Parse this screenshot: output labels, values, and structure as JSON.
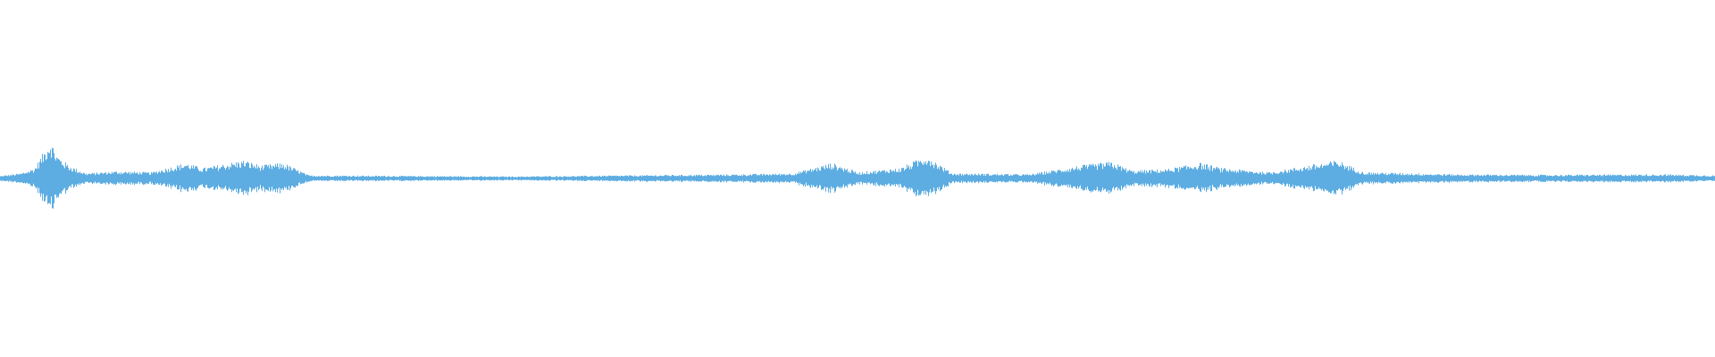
{
  "waveform": {
    "color": "#5dade2",
    "background": "#ffffff",
    "duration_fraction_peaks": [
      {
        "at": 0.0,
        "level": 0.05
      },
      {
        "at": 0.012,
        "level": 0.1
      },
      {
        "at": 0.02,
        "level": 0.2
      },
      {
        "at": 0.026,
        "level": 0.55
      },
      {
        "at": 0.029,
        "level": 0.75
      },
      {
        "at": 0.033,
        "level": 0.45
      },
      {
        "at": 0.04,
        "level": 0.25
      },
      {
        "at": 0.05,
        "level": 0.1
      },
      {
        "at": 0.068,
        "level": 0.14
      },
      {
        "at": 0.088,
        "level": 0.12
      },
      {
        "at": 0.108,
        "level": 0.3
      },
      {
        "at": 0.118,
        "level": 0.2
      },
      {
        "at": 0.142,
        "level": 0.35
      },
      {
        "at": 0.152,
        "level": 0.25
      },
      {
        "at": 0.165,
        "level": 0.3
      },
      {
        "at": 0.18,
        "level": 0.06
      },
      {
        "at": 0.3,
        "level": 0.04
      },
      {
        "at": 0.43,
        "level": 0.08
      },
      {
        "at": 0.462,
        "level": 0.1
      },
      {
        "at": 0.485,
        "level": 0.3
      },
      {
        "at": 0.5,
        "level": 0.12
      },
      {
        "at": 0.525,
        "level": 0.2
      },
      {
        "at": 0.54,
        "level": 0.45
      },
      {
        "at": 0.555,
        "level": 0.1
      },
      {
        "at": 0.6,
        "level": 0.08
      },
      {
        "at": 0.63,
        "level": 0.25
      },
      {
        "at": 0.648,
        "level": 0.32
      },
      {
        "at": 0.66,
        "level": 0.15
      },
      {
        "at": 0.68,
        "level": 0.18
      },
      {
        "at": 0.7,
        "level": 0.3
      },
      {
        "at": 0.712,
        "level": 0.2
      },
      {
        "at": 0.74,
        "level": 0.12
      },
      {
        "at": 0.78,
        "level": 0.35
      },
      {
        "at": 0.795,
        "level": 0.12
      },
      {
        "at": 0.85,
        "level": 0.08
      },
      {
        "at": 0.9,
        "level": 0.07
      },
      {
        "at": 0.97,
        "level": 0.08
      },
      {
        "at": 1.0,
        "level": 0.06
      }
    ]
  }
}
